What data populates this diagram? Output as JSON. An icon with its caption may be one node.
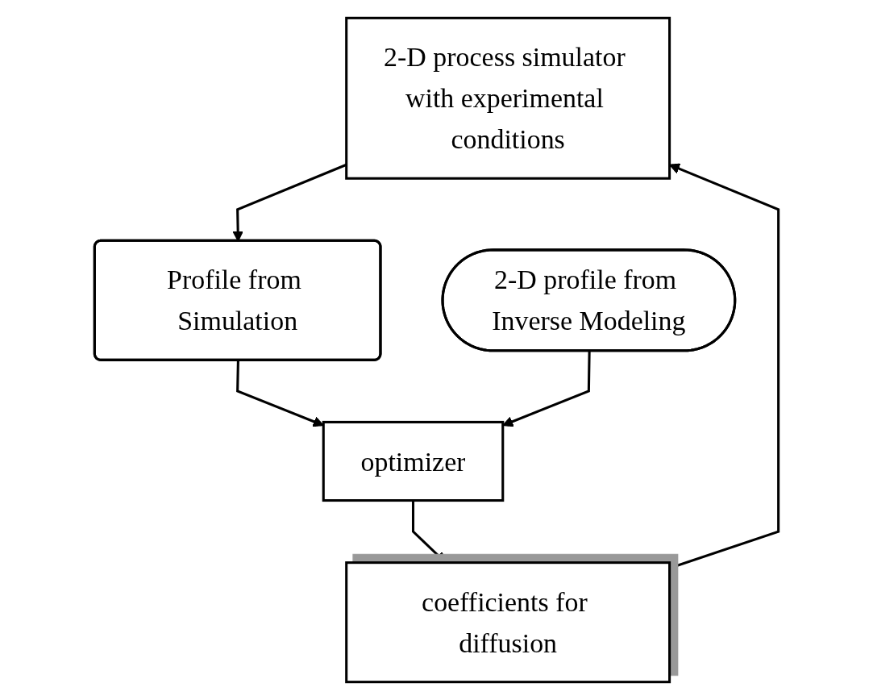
{
  "diagram": {
    "nodes": [
      {
        "text": [
          "2-D process simulator with experimental conditions"
        ]
      },
      {
        "text": [
          "Profile from Simulation"
        ]
      },
      {
        "text": [
          "coefficients for diffusion"
        ]
      },
      {
        "text": [
          "optimizer"
        ]
      },
      {
        "text": [
          "2-D profile from Inverse Modeling"
        ]
      }
    ],
    "edges": [
      {
        "from": 0,
        "to": 1,
        "arrow": "to"
      },
      {
        "from": 1,
        "to": 3,
        "arrow": "to"
      },
      {
        "from": 4,
        "to": 3,
        "arrow": "to"
      },
      {
        "from": 3,
        "to": 2,
        "arrow": "to"
      },
      {
        "from": 2,
        "to": 0,
        "arrow": "to"
      }
    ]
  }
}
